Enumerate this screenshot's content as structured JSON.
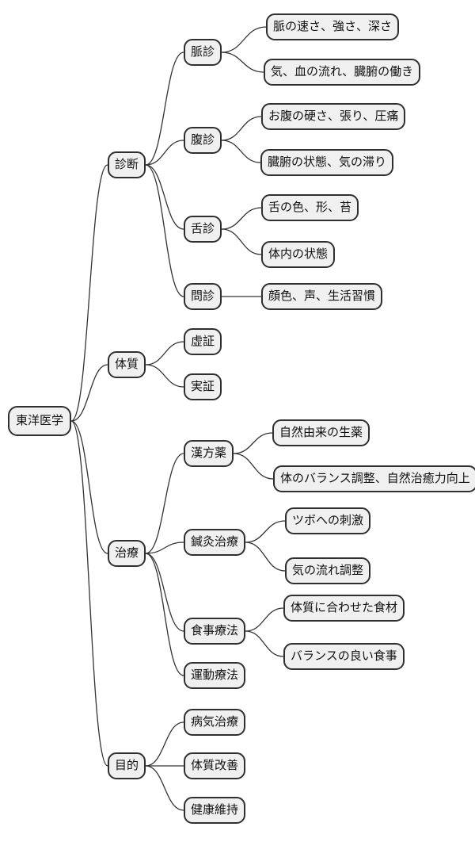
{
  "mindmap": {
    "root": {
      "label": "東洋医学"
    },
    "branches": [
      {
        "label": "診断",
        "children": [
          {
            "label": "脈診",
            "children": [
              {
                "label": "脈の速さ、強さ、深さ"
              },
              {
                "label": "気、血の流れ、臓腑の働き"
              }
            ]
          },
          {
            "label": "腹診",
            "children": [
              {
                "label": "お腹の硬さ、張り、圧痛"
              },
              {
                "label": "臓腑の状態、気の滞り"
              }
            ]
          },
          {
            "label": "舌診",
            "children": [
              {
                "label": "舌の色、形、苔"
              },
              {
                "label": "体内の状態"
              }
            ]
          },
          {
            "label": "問診",
            "children": [
              {
                "label": "顔色、声、生活習慣"
              }
            ]
          }
        ]
      },
      {
        "label": "体質",
        "children": [
          {
            "label": "虚証"
          },
          {
            "label": "実証"
          }
        ]
      },
      {
        "label": "治療",
        "children": [
          {
            "label": "漢方薬",
            "children": [
              {
                "label": "自然由来の生薬"
              },
              {
                "label": "体のバランス調整、自然治癒力向上"
              }
            ]
          },
          {
            "label": "鍼灸治療",
            "children": [
              {
                "label": "ツボへの刺激"
              },
              {
                "label": "気の流れ調整"
              }
            ]
          },
          {
            "label": "食事療法",
            "children": [
              {
                "label": "体質に合わせた食材"
              },
              {
                "label": "バランスの良い食事"
              }
            ]
          },
          {
            "label": "運動療法"
          }
        ]
      },
      {
        "label": "目的",
        "children": [
          {
            "label": "病気治療"
          },
          {
            "label": "体質改善"
          },
          {
            "label": "健康維持"
          }
        ]
      }
    ],
    "colors": {
      "node_fill": "#f0f0f0",
      "node_border": "#2f2f2f",
      "edge": "#333333",
      "text": "#111111",
      "background": "#ffffff"
    }
  }
}
